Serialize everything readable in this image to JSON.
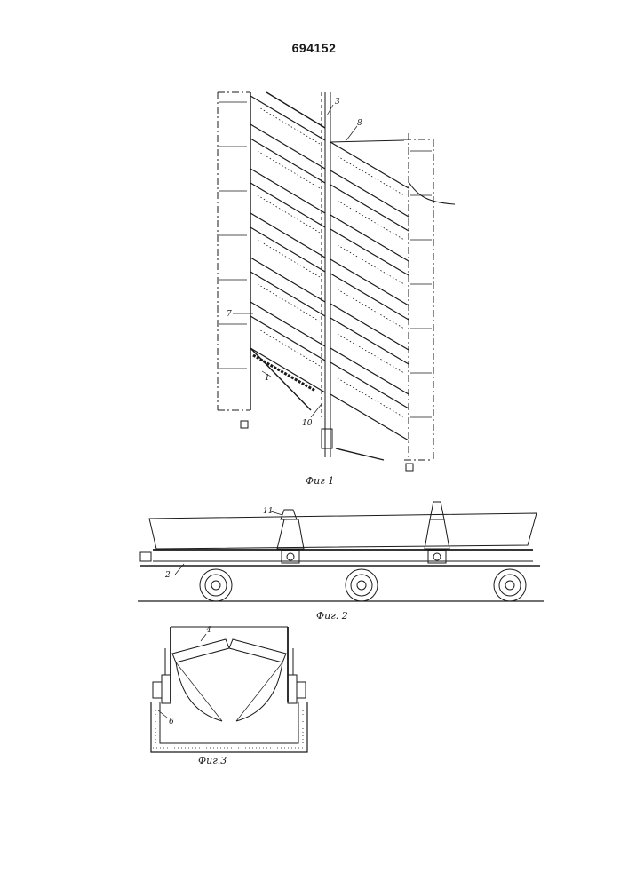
{
  "document": {
    "page_number": "694152"
  },
  "figure1": {
    "caption": "Фиг 1",
    "labels": {
      "l3": "3",
      "l8": "8",
      "l7": "7",
      "l1": "1",
      "l10": "10"
    }
  },
  "figure2": {
    "caption": "Фиг. 2",
    "labels": {
      "l11": "11",
      "l2": "2"
    }
  },
  "figure3": {
    "caption": "Фиг.3",
    "labels": {
      "l4": "4",
      "l6": "6"
    }
  },
  "colors": {
    "ink": "#1a1a1a",
    "paper": "#ffffff"
  }
}
